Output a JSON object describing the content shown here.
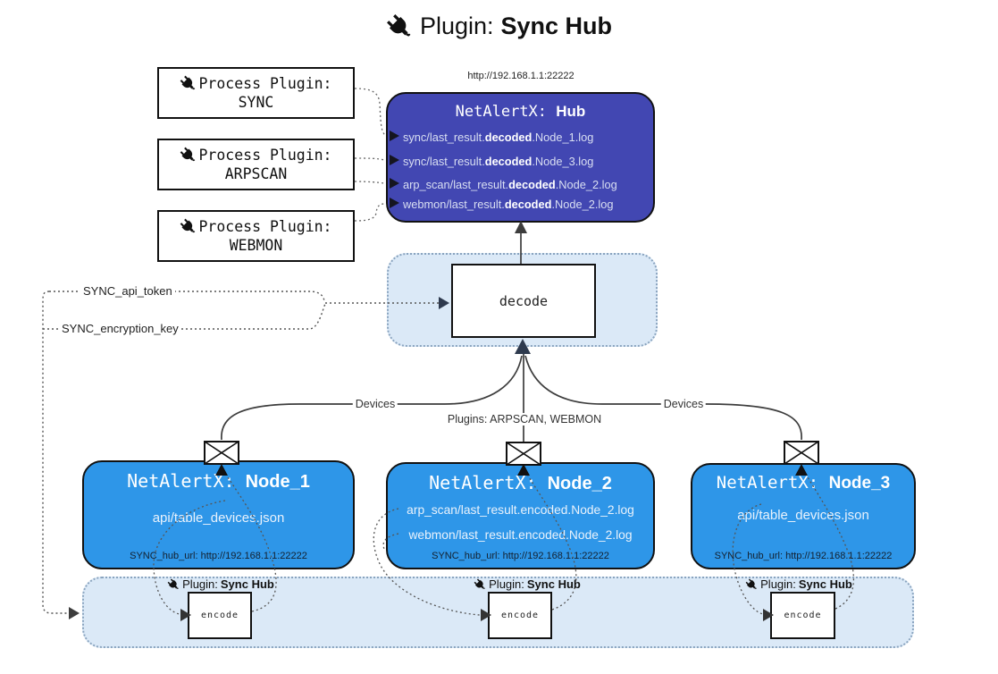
{
  "title": {
    "prefix": "Plugin:",
    "name": "Sync Hub"
  },
  "icons": {
    "title": "plug-icon",
    "process_box": "plug-icon",
    "node_mail": "envelope-icon",
    "encoder_label": "plug-icon"
  },
  "process_plugins": [
    {
      "label": "Process Plugin:",
      "name": "SYNC"
    },
    {
      "label": "Process Plugin:",
      "name": "ARPSCAN"
    },
    {
      "label": "Process Plugin:",
      "name": "WEBMON"
    }
  ],
  "hub": {
    "url": "http://192.168.1.1:22222",
    "title_prefix": "NetAlertX: ",
    "title_name": "Hub",
    "logs": [
      {
        "pre": "sync/last_result.",
        "bold": "decoded",
        "post": ".Node_1.log"
      },
      {
        "pre": "sync/last_result.",
        "bold": "decoded",
        "post": ".Node_3.log"
      },
      {
        "pre": "arp_scan/last_result.",
        "bold": "decoded",
        "post": ".Node_2.log"
      },
      {
        "pre": "webmon/last_result.",
        "bold": "decoded",
        "post": ".Node_2.log"
      }
    ]
  },
  "decode": {
    "label": "decode"
  },
  "tokens": {
    "api": "SYNC_api_token",
    "key": "SYNC_encryption_key"
  },
  "edges": {
    "devices_left": "Devices",
    "plugins_center": "Plugins: ARPSCAN, WEBMON",
    "devices_right": "Devices"
  },
  "nodes": [
    {
      "title_prefix": "NetAlertX: ",
      "title_name": "Node_1",
      "lines": [
        "api/table_devices.json"
      ],
      "footer": "SYNC_hub_url: http://192.168.1.1:22222"
    },
    {
      "title_prefix": "NetAlertX: ",
      "title_name": "Node_2",
      "lines": [
        "arp_scan/last_result.encoded.Node_2.log",
        "webmon/last_result.encoded.Node_2.log"
      ],
      "footer": "SYNC_hub_url: http://192.168.1.1:22222"
    },
    {
      "title_prefix": "NetAlertX: ",
      "title_name": "Node_3",
      "lines": [
        "api/table_devices.json"
      ],
      "footer": "SYNC_hub_url: http://192.168.1.1:22222"
    }
  ],
  "encoders": [
    {
      "plugin_prefix": "Plugin:",
      "plugin_name": "Sync Hub",
      "label": "encode"
    },
    {
      "plugin_prefix": "Plugin:",
      "plugin_name": "Sync Hub",
      "label": "encode"
    },
    {
      "plugin_prefix": "Plugin:",
      "plugin_name": "Sync Hub",
      "label": "encode"
    }
  ],
  "colors": {
    "hub_fill": "#4247B2",
    "node_fill": "#2E96E8",
    "panel_fill": "#DBE9F7",
    "panel_border": "#8AA4BF",
    "box_border": "#111111",
    "solid_line": "#3D3D3D",
    "dark_arrow": "#2E3A4E",
    "hub_text": "#D9DFF2",
    "node_text": "#E9F2FC",
    "footer_text": "#14202E"
  }
}
